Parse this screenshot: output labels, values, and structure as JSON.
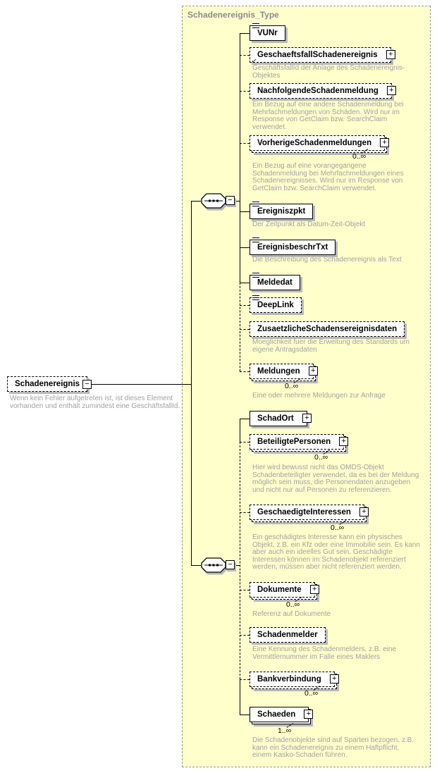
{
  "panel": {
    "title": "Schadenereignis_Type"
  },
  "icons": {
    "plus": "+",
    "minus": "−",
    "ref_arrow": "↙"
  },
  "root": {
    "name": "Schadenereignis",
    "annotation": "Wenn kein Fehler aufgetreten ist, ist dieses Element vorhanden und enthält zumindest eine GeschäftsfallId."
  },
  "compositors": [
    {
      "kind": "sequence"
    },
    {
      "kind": "sequence"
    }
  ],
  "elements": [
    {
      "name": "VUNr"
    },
    {
      "name": "GeschaeftsfallSchadenereignis",
      "annotation": "GeschäftsfallId der Anlage des Schadenereignis-Objektes"
    },
    {
      "name": "NachfolgendeSchadenmeldung",
      "annotation": "Ein Bezug auf eine andere Schadenmeldung bei Mehrfachmeldungen von Schäden. Wird nur im Response von GetClaim bzw. SearchClaim verwendet."
    },
    {
      "name": "VorherigeSchadenmeldungen",
      "occurs": "0..∞",
      "annotation": "Ein Bezug auf eine vorangegangene Schadenmeldung bei Mehrfachmeldungen eines Schadenereignisses. Wird nur im Response von GetClaim bzw. SearchClaim verwendet."
    },
    {
      "name": "Ereigniszpkt",
      "annotation": "Der Zeitpunkt als Datum-Zeit-Objekt"
    },
    {
      "name": "EreignisbeschrTxt",
      "annotation": "Die Beschreibung des Schadenereignis als Text"
    },
    {
      "name": "Meldedat"
    },
    {
      "name": "DeepLink"
    },
    {
      "name": "ZusaetzlicheSchadensereignisdaten",
      "annotation": "Moeglichkeit fuer die Erweitung des Standards um eigene Antragsdaten"
    },
    {
      "name": "Meldungen",
      "occurs": "0..∞",
      "annotation": "Eine oder mehrere Meldungen zur Anfrage"
    },
    {
      "name": "SchadOrt"
    },
    {
      "name": "BeteiligtePersonen",
      "occurs": "0..∞",
      "annotation": "Hier wird bewusst nicht das OMDS-Objekt Schadenbeteiligter verwendet, da es bei der Meldung möglich sein muss, die Personendaten anzugeben und nicht nur auf Personen zu referenzieren."
    },
    {
      "name": "GeschaedigteInteressen",
      "occurs": "0..∞",
      "annotation": "Ein geschädigtes Interesse kann ein physisches Objekt, z.B. ein Kfz oder eine Immobilie sein. Es kann aber auch ein ideelles Gut sein. Geschädigte Interessen können im Schadenobjekt referenziert werden, müssen aber nicht referenziert werden."
    },
    {
      "name": "Dokumente",
      "occurs": "0..∞",
      "annotation": "Referenz auf Dokumente"
    },
    {
      "name": "Schadenmelder",
      "annotation": "Eine Kennung des Schadenmelders, z.B. eine Vermittlernummer im Falle eines Maklers"
    },
    {
      "name": "Bankverbindung",
      "occurs": "0..∞"
    },
    {
      "name": "Schaeden",
      "occurs": "1..∞",
      "annotation": "Die Schadenobjekte sind auf Sparten bezogen, z.B. kann ein Schadenereignis zu einem Haftpflicht, einem Kasko-Schaden führen."
    }
  ]
}
